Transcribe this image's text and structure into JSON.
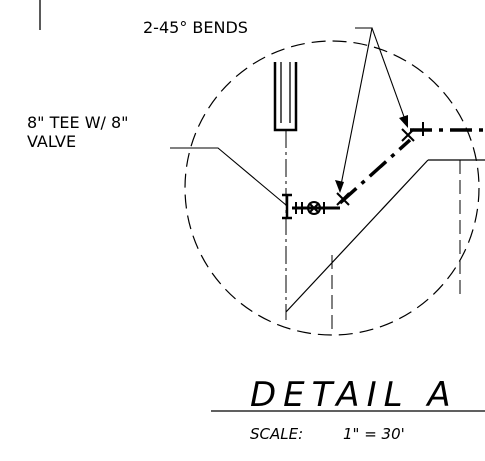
{
  "callouts": {
    "bends_label": "2-45° BENDS",
    "tee_label_line1": "8\" TEE W/ 8\"",
    "tee_label_line2": "VALVE"
  },
  "title_block": {
    "title": "DETAIL A",
    "scale_label": "SCALE:",
    "scale_value": "1\" = 30'"
  },
  "colors": {
    "ink": "#000000",
    "background": "#ffffff"
  }
}
